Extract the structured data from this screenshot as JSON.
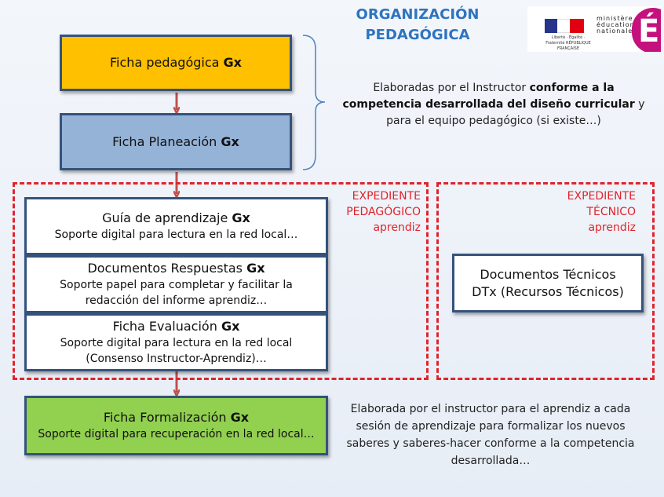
{
  "header": {
    "title_line1": "ORGANIZACIÓN",
    "title_line2": "PEDAGÓGICA",
    "logo_rf_text": "Liberté · Égalité · Fraternité RÉPUBLIQUE FRANÇAISE",
    "logo_ministry": [
      "ministère",
      "éducation",
      "nationale"
    ],
    "logo_letter": "É",
    "colors": {
      "title": "#2e74c0",
      "badge": "#c4117d"
    }
  },
  "top_boxes": [
    {
      "label": "Ficha pedagógica ",
      "bold": "Gx",
      "color": "#ffc000"
    },
    {
      "label": "Ficha Planeación ",
      "bold": "Gx",
      "color": "#95b3d7"
    }
  ],
  "top_note": {
    "pre": "Elaboradas por el Instructor ",
    "bold": "conforme a la competencia  desarrollada del diseño curricular",
    "post": " y para el equipo pedagógico (si existe…)"
  },
  "expediente_pedagogico": {
    "label": [
      "EXPEDIENTE",
      "PEDAGÓGICO",
      "aprendiz"
    ],
    "items": [
      {
        "title": "Guía de aprendizaje ",
        "bold": "Gx",
        "desc": "Soporte digital para lectura en la red local…"
      },
      {
        "title": "Documentos Respuestas ",
        "bold": "Gx",
        "desc": "Soporte papel para completar y facilitar la redacción del informe aprendiz…"
      },
      {
        "title": "Ficha Evaluación ",
        "bold": "Gx",
        "desc": "Soporte digital para lectura en la red local (Consenso Instructor-Aprendiz)…"
      }
    ]
  },
  "expediente_tecnico": {
    "label": [
      "EXPEDIENTE",
      "TÉCNICO",
      "aprendiz"
    ],
    "box_line1": "Documentos Técnicos",
    "box_line2": "DTx (Recursos  Técnicos)"
  },
  "bottom_box": {
    "title": "Ficha Formalización ",
    "bold": "Gx",
    "desc": "Soporte digital para  recuperación en la red local…",
    "color": "#92d050"
  },
  "bottom_note": "Elaborada por el instructor para el aprendiz a cada sesión de aprendizaje para  formalizar los nuevos saberes y saberes-hacer conforme a la competencia desarrollada…",
  "colors": {
    "dashed": "#e0242c",
    "arrow": "#c0504d",
    "border": "#34537c",
    "brace": "#4f81bd"
  }
}
